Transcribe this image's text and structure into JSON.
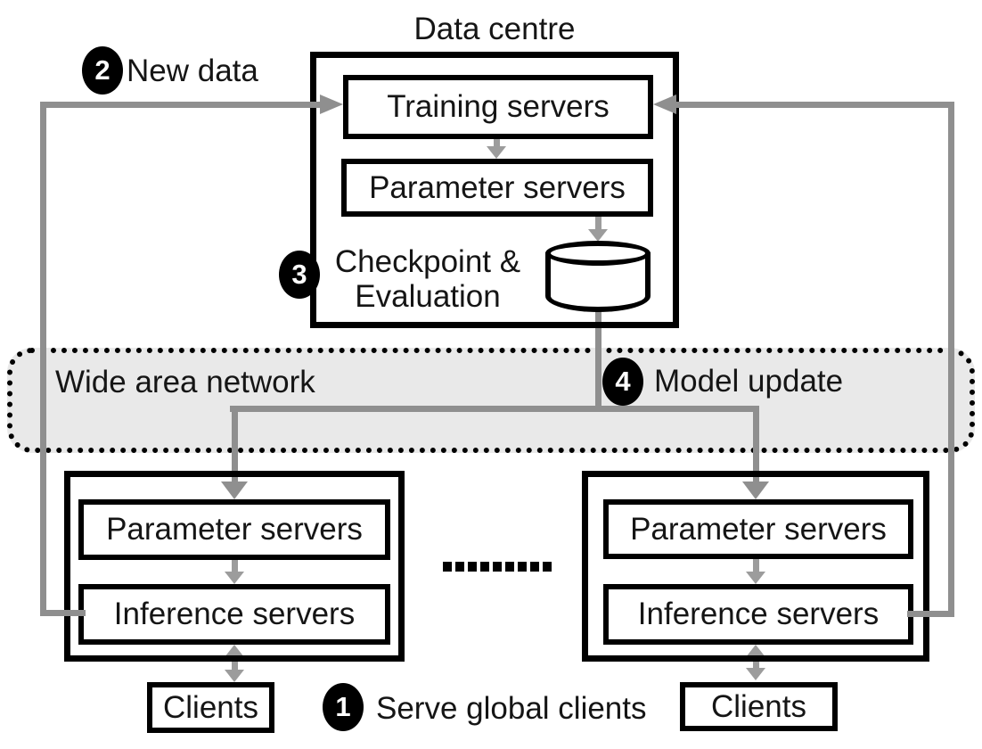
{
  "figure": {
    "title": "Data centre",
    "wan_label": "Wide area network",
    "datacentre": {
      "training_servers": "Training servers",
      "parameter_servers": "Parameter servers"
    },
    "steps": {
      "step1": {
        "number": "1",
        "label": "Serve global clients"
      },
      "step2": {
        "number": "2",
        "label": "New data"
      },
      "step3": {
        "number": "3",
        "label_line1": "Checkpoint &",
        "label_line2": "Evaluation"
      },
      "step4": {
        "number": "4",
        "label": "Model update"
      }
    },
    "clusters": [
      {
        "parameter_servers": "Parameter servers",
        "inference_servers": "Inference servers",
        "clients": "Clients"
      },
      {
        "parameter_servers": "Parameter servers",
        "inference_servers": "Inference servers",
        "clients": "Clients"
      }
    ],
    "colors": {
      "line_gray": "#8f8f8f",
      "arrow_gray": "#9c9c9c",
      "wan_fill": "#e9e9e9",
      "border_black": "#000000",
      "badge_bg": "#000000",
      "badge_text": "#ffffff"
    }
  }
}
